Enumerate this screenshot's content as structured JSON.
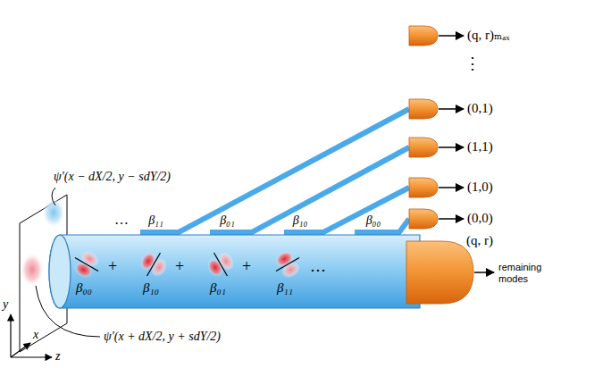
{
  "diagram": {
    "nodes": [
      {
        "text": [
          "β₀₀",
          "+",
          "β₁₀",
          "+",
          "β₀₁",
          "+",
          "β₁₁",
          "…"
        ]
      },
      {
        "text": [
          "remaining modes"
        ]
      },
      {
        "text": [
          "(0,0)"
        ]
      },
      {
        "text": [
          "(1,0)"
        ]
      },
      {
        "text": [
          "(1,1)"
        ]
      },
      {
        "text": [
          "(0,1)"
        ]
      },
      {
        "text": [
          "(q, r)ₘₐₓ"
        ]
      }
    ],
    "edges": [
      {
        "from": 0,
        "to": 2,
        "arrow": "none",
        "label": "β₀₀"
      },
      {
        "from": 0,
        "to": 3,
        "arrow": "none",
        "label": "β₁₀"
      },
      {
        "from": 0,
        "to": 4,
        "arrow": "none",
        "label": "β₀₁"
      },
      {
        "from": 0,
        "to": 5,
        "arrow": "none",
        "label": "β₁₁"
      }
    ],
    "labels": [
      "ψ′(x − dX/2, y − sdY/2)",
      "ψ′(x + dX/2, y + sdY/2)",
      "(q, r)",
      "…",
      "⋮",
      "x",
      "y",
      "z"
    ]
  }
}
